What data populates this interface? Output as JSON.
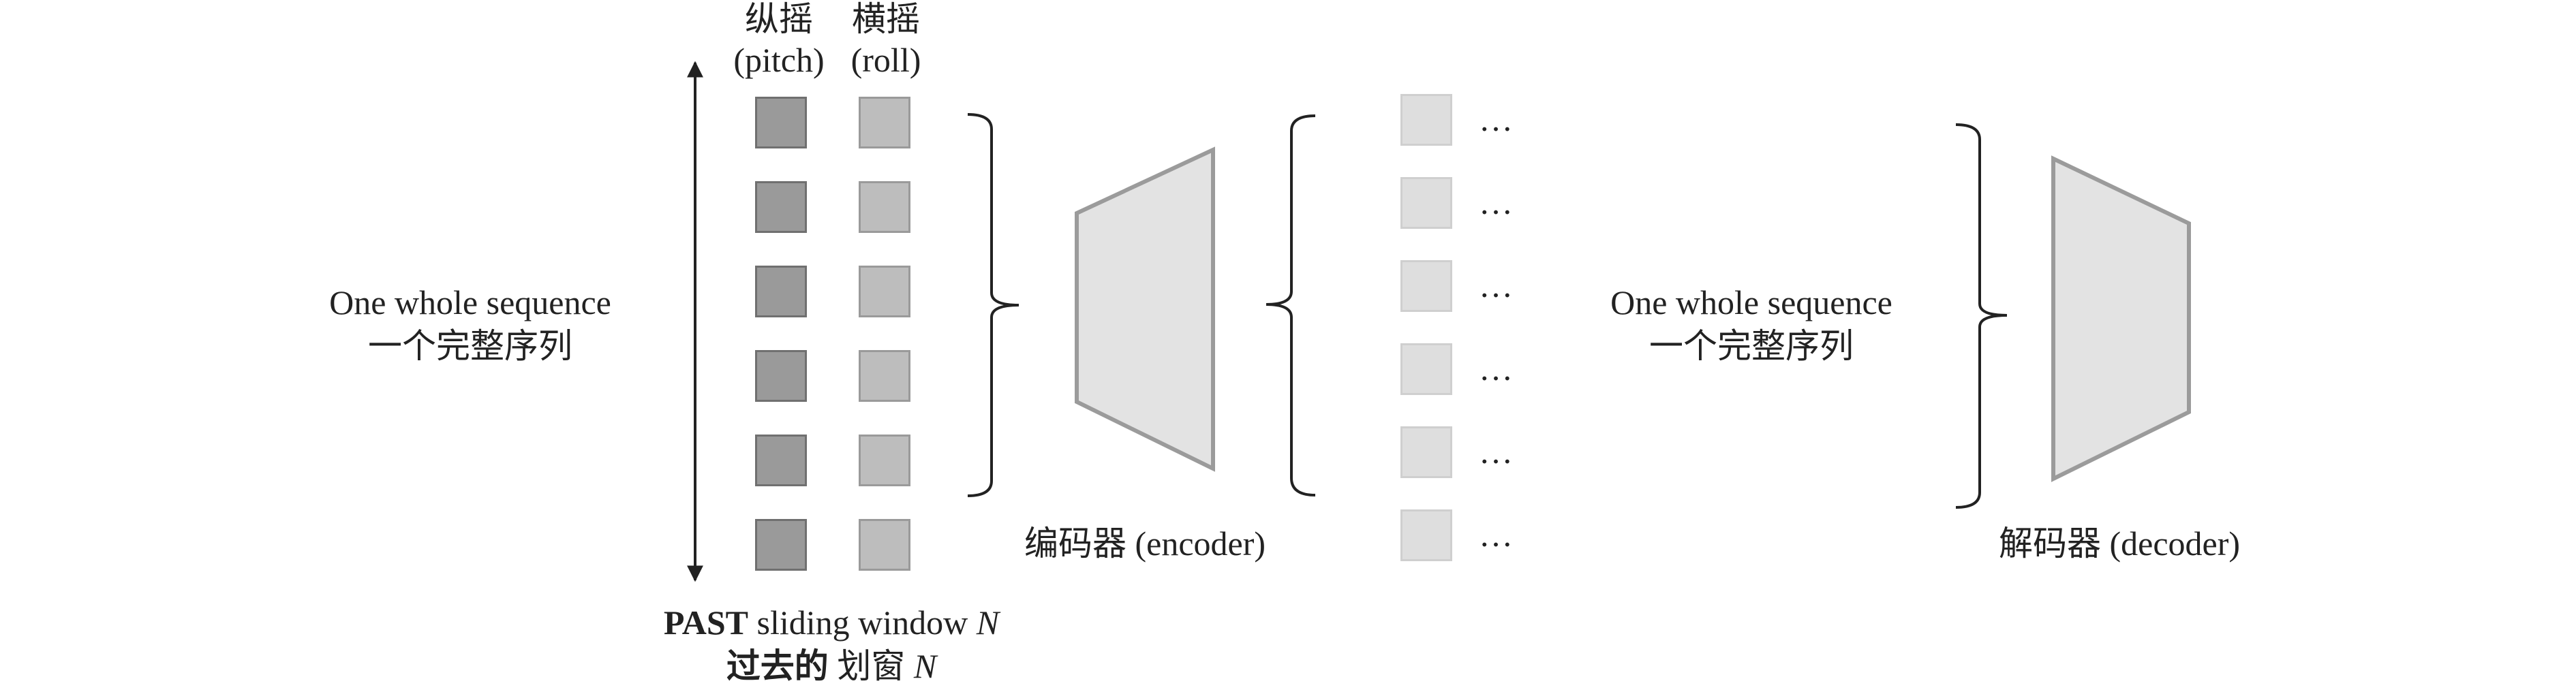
{
  "columns": {
    "pitch": {
      "cn": "纵摇",
      "en": "(pitch)"
    },
    "roll": {
      "cn": "横摇",
      "en": "(roll)"
    }
  },
  "sequence_label": {
    "en": "One whole sequence",
    "cn": "一个完整序列"
  },
  "window_label": {
    "en_bold": "PAST",
    "en_text": "sliding window",
    "en_var": "N",
    "cn_bold": "过去的",
    "cn_text": "划窗",
    "cn_var": "N"
  },
  "encoder_label": "编码器 (encoder)",
  "decoder_label": "解码器 (decoder)",
  "latent_dots": "…",
  "colors": {
    "pitch_fill": "#9a9a9a",
    "roll_fill": "#bdbdbd",
    "latent_fill": "#dedede",
    "trapezoid_fill": "#e3e3e3",
    "trapezoid_stroke": "#9b9b9b",
    "line": "#222222"
  },
  "counts": {
    "input_rows": 6,
    "latent_rows": 6
  }
}
